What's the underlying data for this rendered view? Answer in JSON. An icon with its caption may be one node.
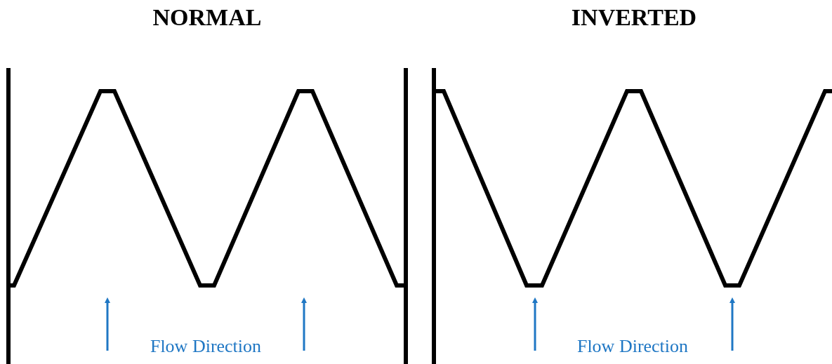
{
  "diagram": {
    "labels": [
      "NORMAL",
      "INVERTED",
      "Flow Direction",
      "Flow Direction"
    ]
  }
}
